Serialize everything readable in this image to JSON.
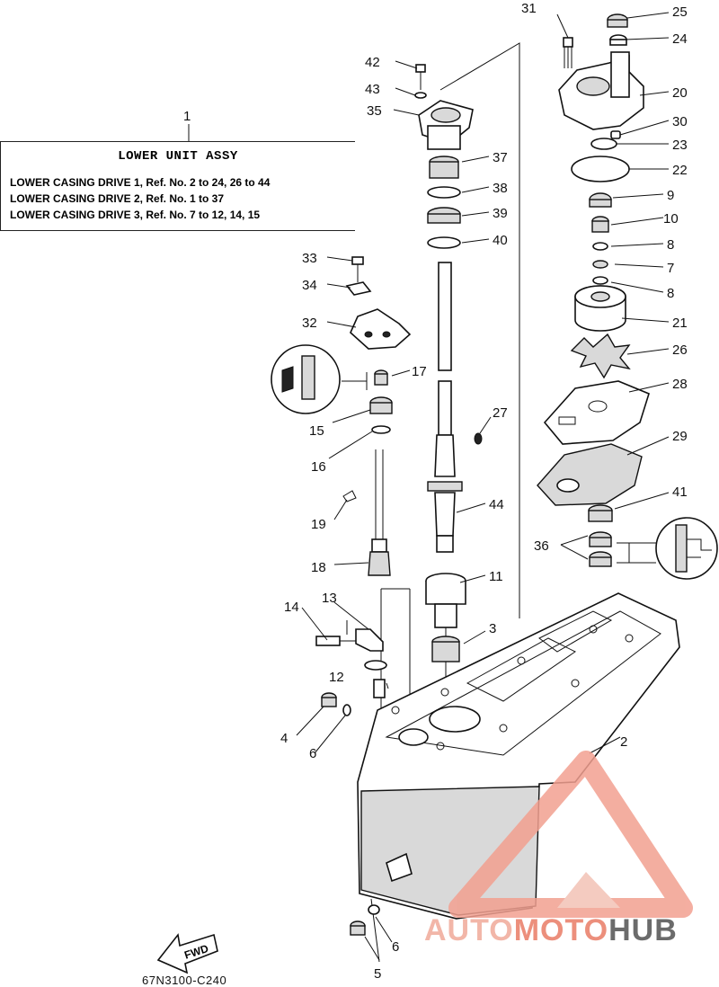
{
  "assembly": {
    "ref_no": "1",
    "title": "LOWER UNIT ASSY",
    "lines": [
      "LOWER CASING DRIVE 1, Ref. No. 2 to 24, 26 to 44",
      "LOWER CASING DRIVE 2, Ref. No. 1 to 37",
      "LOWER CASING DRIVE 3, Ref. No. 7 to 12, 14, 15"
    ]
  },
  "fwd_label": "FWD",
  "doc_code": "67N3100-C240",
  "watermark": {
    "part1": "AUTO",
    "part2": "MOTO",
    "part3": "HUB"
  },
  "colors": {
    "line": "#111111",
    "watermark_light": "#f2b6a8",
    "watermark_mid": "#ec8f7c",
    "watermark_dark": "#6b6b6b"
  },
  "refs": [
    "2",
    "3",
    "4",
    "5",
    "6",
    "6",
    "7",
    "8",
    "8",
    "9",
    "10",
    "11",
    "12",
    "13",
    "14",
    "15",
    "16",
    "17",
    "18",
    "19",
    "20",
    "21",
    "22",
    "23",
    "24",
    "25",
    "26",
    "27",
    "28",
    "29",
    "30",
    "31",
    "32",
    "33",
    "34",
    "35",
    "36",
    "37",
    "38",
    "39",
    "40",
    "41",
    "42",
    "43",
    "44"
  ]
}
